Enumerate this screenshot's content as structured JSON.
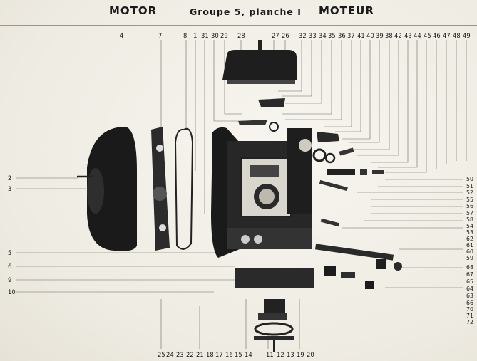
{
  "header": {
    "title_left": "MOTOR",
    "title_center": "Groupe 5, planche I",
    "title_right": "MOTEUR"
  },
  "top_labels": [
    "4",
    "7",
    "8",
    "1",
    "31",
    "30",
    "29",
    "28",
    "27",
    "26",
    "32",
    "33",
    "34",
    "35",
    "36",
    "37",
    "41",
    "40",
    "39",
    "38",
    "42",
    "43",
    "44",
    "45",
    "46",
    "47",
    "48",
    "49"
  ],
  "left_labels": [
    "2",
    "3",
    "5",
    "6",
    "9",
    "10"
  ],
  "right_labels": [
    "50",
    "51",
    "52",
    "55",
    "56",
    "57",
    "58",
    "54",
    "53",
    "62",
    "61",
    "60",
    "59",
    "68",
    "67",
    "65",
    "64",
    "63",
    "66",
    "70",
    "71",
    "72"
  ],
  "bottom_labels": [
    "25",
    "24",
    "23",
    "22",
    "21",
    "18",
    "17",
    "16",
    "15",
    "14",
    "11",
    "12",
    "13",
    "19",
    "20"
  ]
}
